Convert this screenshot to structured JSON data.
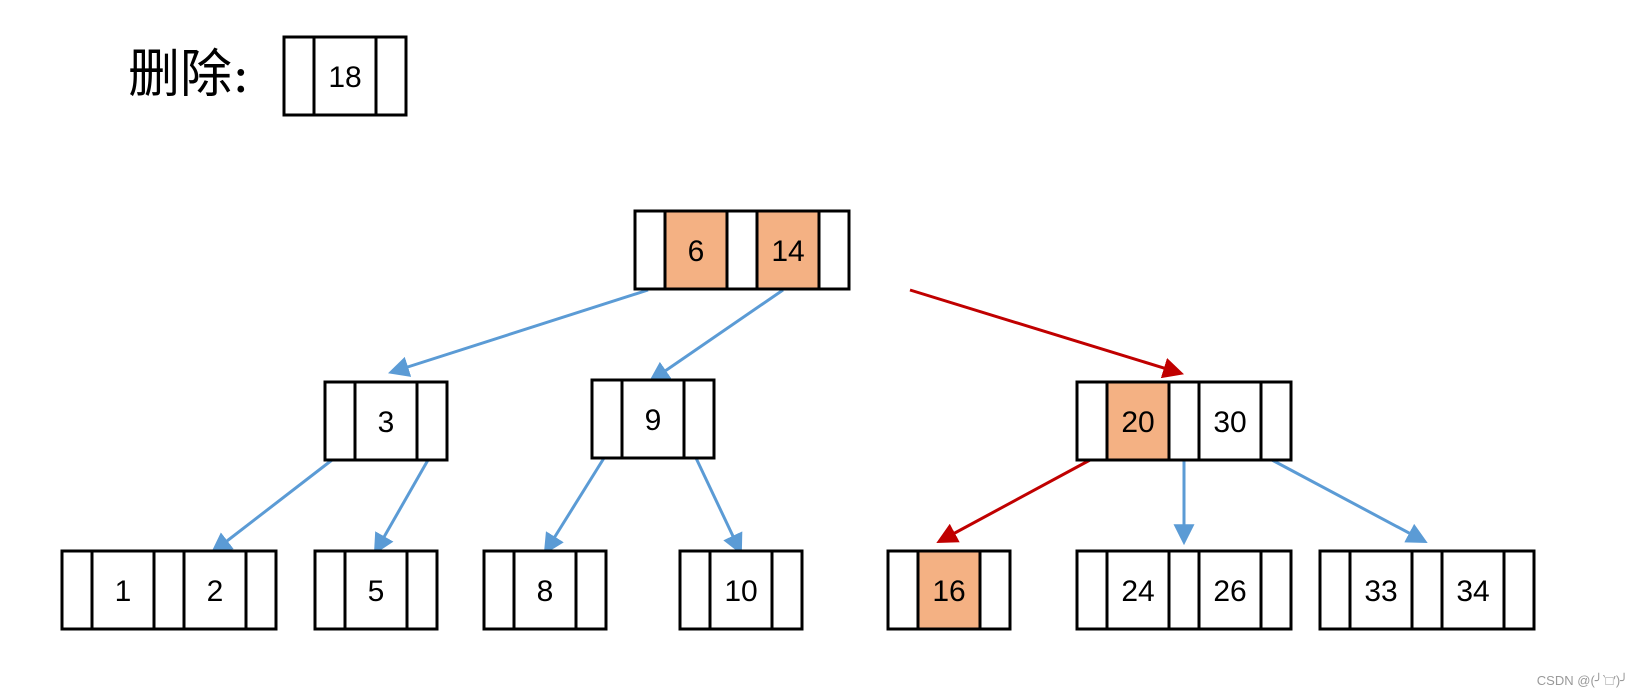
{
  "header": {
    "label": "删除:",
    "delete_key": "18"
  },
  "colors": {
    "highlight_fill": "#f4b183",
    "normal_fill": "#ffffff",
    "border": "#000000",
    "edge_normal": "#5b9bd5",
    "edge_path": "#c00000"
  },
  "tree": {
    "root": {
      "keys": [
        "6",
        "14"
      ],
      "highlighted": [
        true,
        true
      ]
    },
    "level1": [
      {
        "keys": [
          "3"
        ],
        "highlighted": [
          false
        ]
      },
      {
        "keys": [
          "9"
        ],
        "highlighted": [
          false
        ]
      },
      {
        "keys": [
          "20",
          "30"
        ],
        "highlighted": [
          true,
          false
        ]
      }
    ],
    "leaves": [
      {
        "keys": [
          "1",
          "2"
        ],
        "highlighted": [
          false,
          false
        ]
      },
      {
        "keys": [
          "5"
        ],
        "highlighted": [
          false
        ]
      },
      {
        "keys": [
          "8"
        ],
        "highlighted": [
          false
        ]
      },
      {
        "keys": [
          "10"
        ],
        "highlighted": [
          false
        ]
      },
      {
        "keys": [
          "16"
        ],
        "highlighted": [
          true
        ]
      },
      {
        "keys": [
          "24",
          "26"
        ],
        "highlighted": [
          false,
          false
        ]
      },
      {
        "keys": [
          "33",
          "34"
        ],
        "highlighted": [
          false,
          false
        ]
      }
    ],
    "edges": [
      {
        "from": "root.p0",
        "to": "level1.0",
        "path": false
      },
      {
        "from": "root.p1",
        "to": "level1.1",
        "path": false
      },
      {
        "from": "root.p2",
        "to": "level1.2",
        "path": true
      },
      {
        "from": "level1.0.p0",
        "to": "leaves.0",
        "path": false
      },
      {
        "from": "level1.0.p1",
        "to": "leaves.1",
        "path": false
      },
      {
        "from": "level1.1.p0",
        "to": "leaves.2",
        "path": false
      },
      {
        "from": "level1.1.p1",
        "to": "leaves.3",
        "path": false
      },
      {
        "from": "level1.2.p0",
        "to": "leaves.4",
        "path": true
      },
      {
        "from": "level1.2.p1",
        "to": "leaves.5",
        "path": false
      },
      {
        "from": "level1.2.p2",
        "to": "leaves.6",
        "path": false
      }
    ]
  },
  "watermark": "CSDN @(╯‵□′)╯"
}
